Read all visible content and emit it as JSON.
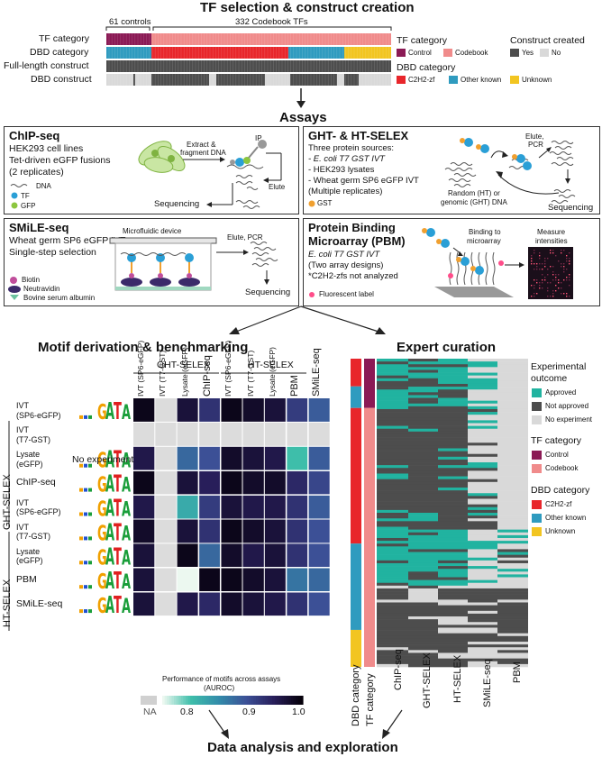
{
  "panel1": {
    "title": "TF selection & construct creation",
    "controls_label": "61 controls",
    "codebook_label": "332 Codebook TFs",
    "rows": [
      "TF category",
      "DBD category",
      "Full-length construct",
      "DBD construct"
    ],
    "legend_tf": {
      "title": "TF category",
      "items": [
        "Control",
        "Codebook"
      ]
    },
    "legend_construct": {
      "title": "Construct created",
      "items": [
        "Yes",
        "No"
      ]
    },
    "legend_dbd": {
      "title": "DBD category",
      "items": [
        "C2H2-zf",
        "Other known",
        "Unknown"
      ]
    }
  },
  "assays_title": "Assays",
  "chipseq": {
    "title": "ChIP-seq",
    "lines": [
      "HEK293 cell lines",
      "Tet-driven eGFP fusions",
      "(2 replicates)"
    ],
    "legend": [
      "DNA",
      "TF",
      "GFP"
    ],
    "steps": [
      "Extract &",
      "fragment DNA",
      "IP",
      "Elute",
      "Sequencing"
    ]
  },
  "ghtselex": {
    "title": "GHT- & HT-SELEX",
    "lines": [
      "Three protein sources:",
      "- E. coli T7 GST IVT",
      "- HEK293 lysates",
      "- Wheat germ SP6 eGFP IVT",
      "(Multiple replicates)"
    ],
    "legend": [
      "GST"
    ],
    "steps": [
      "Elute,",
      "PCR",
      "Random (HT) or",
      "genomic (GHT) DNA",
      "Sequencing"
    ]
  },
  "smileseq": {
    "title": "SMiLE-seq",
    "lines": [
      "Wheat germ SP6 eGFP IVT",
      "Single-step selection"
    ],
    "device": "Microfluidic device",
    "steps": [
      "Elute, PCR",
      "Sequencing"
    ],
    "legend": [
      "Biotin",
      "Neutravidin",
      "Bovine serum albumin"
    ]
  },
  "pbm": {
    "title": "Protein Binding",
    "title2": "Microarray (PBM)",
    "lines": [
      "E. coli T7 GST IVT",
      "(Two array designs)",
      "*C2H2-zfs not analyzed"
    ],
    "steps": [
      "Binding to",
      "microarray",
      "Measure",
      "intensities"
    ],
    "legend": [
      "Fluorescent label"
    ]
  },
  "motif": {
    "title": "Motif derivation & benchmarking",
    "group_cols": [
      "GHT-SELEX",
      "HT-SELEX"
    ],
    "col_labels": [
      "IVT (SP6-eGFP)",
      "IVT (T7-GST)",
      "Lysate (eGFP)",
      "ChIP-seq",
      "IVT (SP6-eGFP)",
      "IVT (T7-GST)",
      "Lysate (eGFP)",
      "PBM",
      "SMiLE-seq"
    ],
    "group_rows": [
      "GHT-SELEX",
      "HT-SELEX"
    ],
    "row_labels": [
      "IVT (SP6-eGFP)",
      "IVT (T7-GST)",
      "Lysate (eGFP)",
      "ChIP-seq",
      "IVT (SP6-eGFP)",
      "IVT (T7-GST)",
      "Lysate (eGFP)",
      "PBM",
      "SMiLE-seq"
    ],
    "no_experiment": "No experiment",
    "colorbar_title": "Performance of motifs across assays",
    "colorbar_unit": "(AUROC)",
    "colorbar_ticks": [
      "NA",
      "0.8",
      "0.9",
      "1.0"
    ]
  },
  "chart_data": {
    "type": "heatmap",
    "title": "Performance of motifs across assays (AUROC)",
    "rows": [
      "GHT-SELEX IVT (SP6-eGFP)",
      "GHT-SELEX IVT (T7-GST)",
      "GHT-SELEX Lysate (eGFP)",
      "ChIP-seq",
      "HT-SELEX IVT (SP6-eGFP)",
      "HT-SELEX IVT (T7-GST)",
      "HT-SELEX Lysate (eGFP)",
      "PBM",
      "SMiLE-seq"
    ],
    "columns": [
      "GHT-SELEX IVT (SP6-eGFP)",
      "GHT-SELEX IVT (T7-GST)",
      "GHT-SELEX Lysate (eGFP)",
      "ChIP-seq",
      "HT-SELEX IVT (SP6-eGFP)",
      "HT-SELEX IVT (T7-GST)",
      "HT-SELEX Lysate (eGFP)",
      "PBM",
      "SMiLE-seq"
    ],
    "values": [
      [
        0.99,
        null,
        0.97,
        0.93,
        0.99,
        0.98,
        0.97,
        0.92,
        0.89
      ],
      [
        null,
        null,
        null,
        null,
        null,
        null,
        null,
        null,
        null
      ],
      [
        0.96,
        null,
        0.88,
        0.9,
        0.98,
        0.97,
        0.96,
        0.8,
        0.89
      ],
      [
        0.99,
        null,
        0.97,
        0.95,
        0.99,
        0.98,
        0.98,
        0.94,
        0.91
      ],
      [
        0.96,
        null,
        0.82,
        0.92,
        0.97,
        0.96,
        0.96,
        0.93,
        0.89
      ],
      [
        0.98,
        null,
        0.97,
        0.93,
        0.99,
        0.98,
        0.97,
        0.93,
        0.9
      ],
      [
        0.97,
        null,
        0.99,
        0.88,
        0.98,
        0.96,
        0.97,
        0.93,
        0.9
      ],
      [
        0.97,
        null,
        0.75,
        0.99,
        0.99,
        0.98,
        0.97,
        0.87,
        0.88
      ],
      [
        0.97,
        null,
        0.96,
        0.94,
        0.98,
        0.97,
        0.96,
        0.93,
        0.9
      ]
    ],
    "colorbar_range": [
      0.75,
      1.0
    ]
  },
  "curation": {
    "title": "Expert curation",
    "bottom_labels": [
      "DBD category",
      "TF category",
      "ChIP-seq",
      "GHT-SELEX",
      "HT-SELEX",
      "SMiLE-seq",
      "PBM"
    ],
    "legend_outcome": {
      "title": "Experimental",
      "title2": "outcome",
      "items": [
        "Approved",
        "Not approved",
        "No experiment"
      ]
    },
    "legend_tf": {
      "title": "TF category",
      "items": [
        "Control",
        "Codebook"
      ]
    },
    "legend_dbd": {
      "title": "DBD category",
      "items": [
        "C2H2-zf",
        "Other known",
        "Unknown"
      ]
    }
  },
  "footer": "Data analysis and exploration",
  "colors": {
    "control": "#8b1a55",
    "codebook": "#f08b8b",
    "c2h2": "#e8262b",
    "other": "#2f9bbf",
    "unknown": "#f2c521",
    "yes": "#4d4d4d",
    "no": "#d9d9d9",
    "approved": "#21b3a0"
  }
}
